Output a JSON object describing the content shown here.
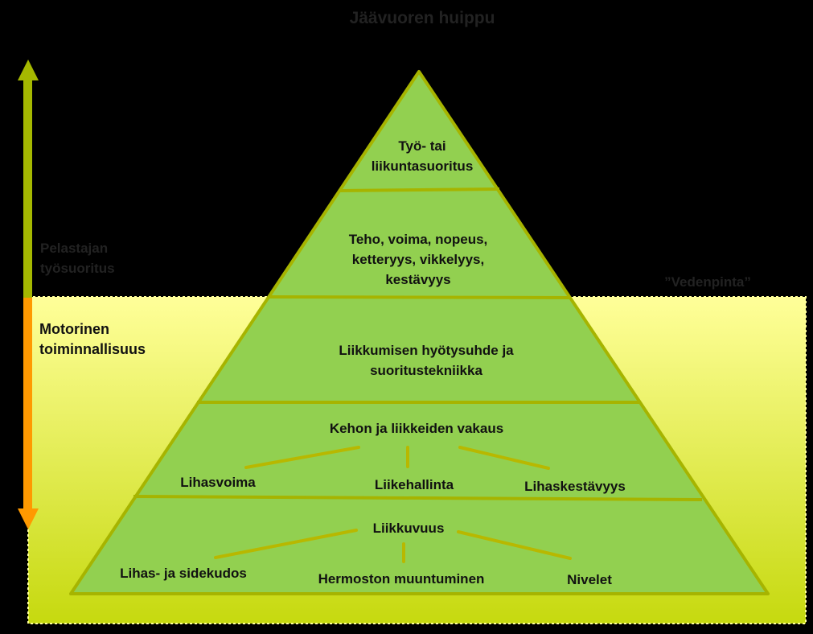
{
  "title": "Jäävuoren huippu",
  "water_label": "”Vedenpinta”",
  "side": {
    "upper_label": [
      "Pelastajan",
      "työsuoritus"
    ],
    "lower_label": [
      "Motorinen",
      "toiminnallisuus"
    ]
  },
  "pyramid": {
    "level1": [
      "Työ- tai",
      "liikuntasuoritus"
    ],
    "level2": [
      "Teho, voima, nopeus,",
      "ketteryys, vikkelyys,",
      "kestävyys"
    ],
    "level3": [
      "Liikkumisen  hyötysuhde ja",
      "suoritustekniikka"
    ],
    "level4": {
      "heading": "Kehon ja liikkeiden vakaus",
      "items": [
        "Lihasvoima",
        "Liikehallinta",
        "Lihaskestävyys"
      ]
    },
    "level5": {
      "heading": "Liikkuvuus",
      "items": [
        "Lihas- ja sidekudos",
        "Hermoston muuntuminen",
        "Nivelet"
      ]
    }
  },
  "colors": {
    "background": "#000000",
    "pyramid_fill": "#92d050",
    "pyramid_stroke": "#a6b400",
    "water_top": "#ffff99",
    "water_bottom": "#c6d90f",
    "arrow_up": "#a5b800",
    "arrow_down": "#ff9900"
  }
}
